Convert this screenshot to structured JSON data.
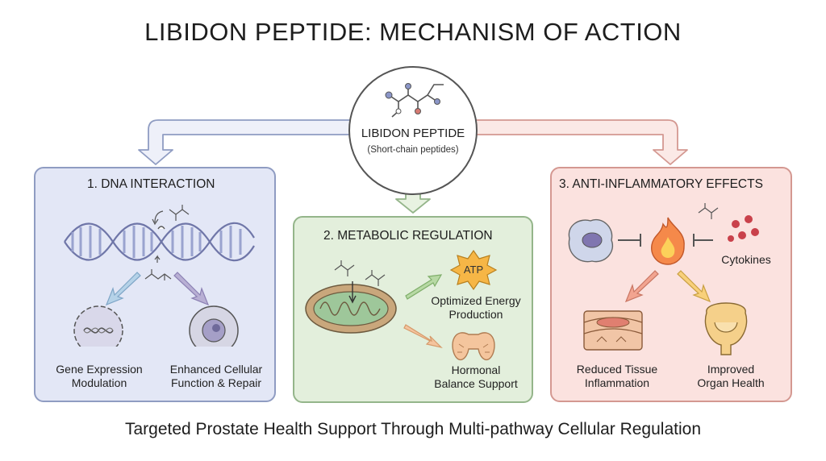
{
  "title": "LIBIDON PEPTIDE: MECHANISM OF ACTION",
  "center": {
    "name": "LIBIDON PEPTIDE",
    "subtitle": "(Short-chain peptides)"
  },
  "panels": [
    {
      "title": "1. DNA INTERACTION",
      "labels": [
        "Gene Expression\nModulation",
        "Enhanced Cellular\nFunction & Repair"
      ]
    },
    {
      "title": "2. METABOLIC REGULATION",
      "labels": [
        "Optimized Energy\nProduction",
        "Hormonal\nBalance Support"
      ],
      "badge": "ATP"
    },
    {
      "title": "3. ANTI-INFLAMMATORY EFFECTS",
      "labels": [
        "Reduced Tissue\nInflammation",
        "Improved\nOrgan Health"
      ],
      "side_label": "Cytokines"
    }
  ],
  "footer": "Targeted Prostate Health Support Through Multi-pathway Cellular Regulation",
  "colors": {
    "blue": "#8f9cc2",
    "green": "#94b58a",
    "red": "#d49891"
  }
}
